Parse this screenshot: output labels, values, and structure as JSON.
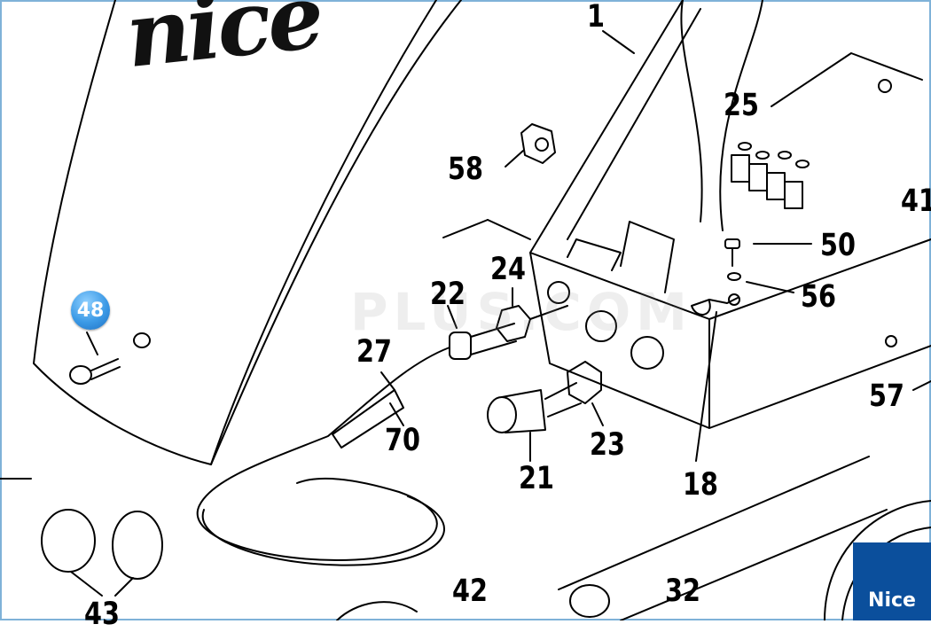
{
  "labels": [
    {
      "id": "1",
      "text": "1"
    },
    {
      "id": "25",
      "text": "25"
    },
    {
      "id": "58",
      "text": "58"
    },
    {
      "id": "41",
      "text": "41"
    },
    {
      "id": "50",
      "text": "50"
    },
    {
      "id": "56",
      "text": "56"
    },
    {
      "id": "22",
      "text": "22"
    },
    {
      "id": "24",
      "text": "24"
    },
    {
      "id": "27",
      "text": "27"
    },
    {
      "id": "70",
      "text": "70"
    },
    {
      "id": "21",
      "text": "21"
    },
    {
      "id": "23",
      "text": "23"
    },
    {
      "id": "18",
      "text": "18"
    },
    {
      "id": "57",
      "text": "57"
    },
    {
      "id": "43",
      "text": "43"
    },
    {
      "id": "42",
      "text": "42"
    },
    {
      "id": "32",
      "text": "32"
    }
  ],
  "highlight_badge": "48",
  "cover_brand_text": "nice",
  "watermark_text": "PLUS.COM",
  "logo_text": "Nice",
  "colors": {
    "badge": "#3c9ae6",
    "logo_bg": "#0b4f9c",
    "frame": "#7fb2d8"
  }
}
